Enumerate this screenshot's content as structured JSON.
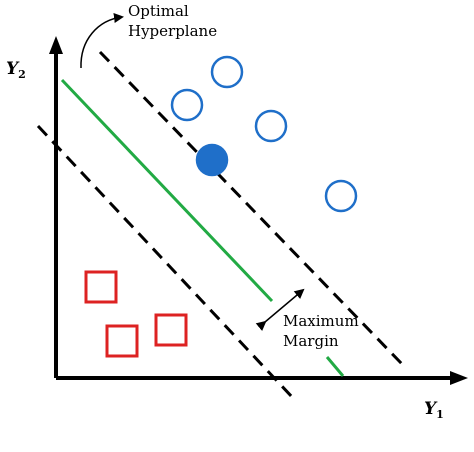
{
  "annotations": {
    "hyperplane_line1": "Optimal",
    "hyperplane_line2": "Hyperplane",
    "margin_line1": "Maximum",
    "margin_line2": "Margin"
  },
  "axes": {
    "y_label_main": "Y",
    "y_label_sub": "2",
    "x_label_main": "Y",
    "x_label_sub": "1"
  },
  "colors": {
    "axis": "#000000",
    "hyperplane": "#22aa44",
    "margin_lines": "#000000",
    "circle_class": "#1f6fc9",
    "square_class": "#dd2222"
  },
  "classes": {
    "circles": {
      "count": 5,
      "support_vectors": 1
    },
    "squares": {
      "count": 3
    }
  }
}
